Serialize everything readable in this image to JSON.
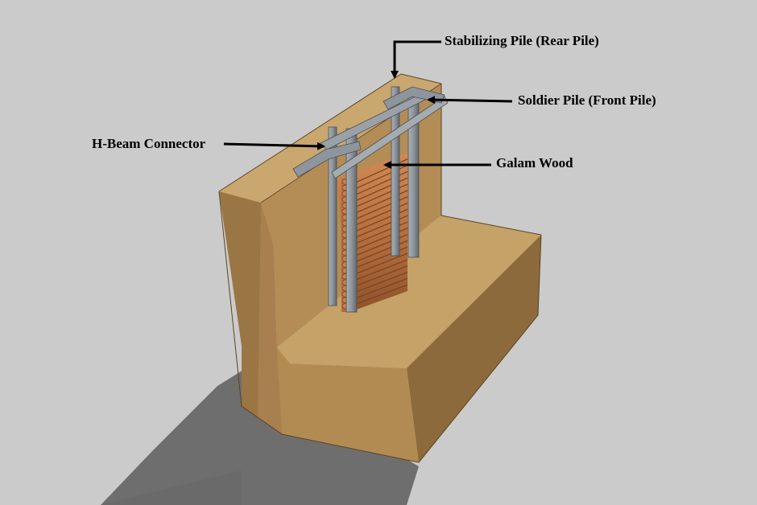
{
  "labels": {
    "stabilizing_pile": "Stabilizing Pile (Rear Pile)",
    "soldier_pile": "Soldier Pile (Front Pile)",
    "h_beam_connector": "H-Beam Connector",
    "galam_wood": "Galam Wood"
  },
  "colors": {
    "background": "#cbcbcb",
    "shadow": "#6e6e6e",
    "soil_top": "#c8a66d",
    "soil_front": "#b08a52",
    "soil_side": "#8c6a3a",
    "steel": "#8e959c",
    "steel_dark": "#5f666d",
    "wood": "#c07845",
    "wood_dark": "#8f522b",
    "arrow": "#000000"
  }
}
